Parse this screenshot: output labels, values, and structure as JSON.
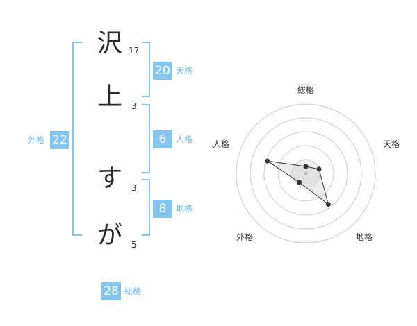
{
  "name": {
    "chars": [
      {
        "char": "沢",
        "strokes": "17"
      },
      {
        "char": "上",
        "strokes": "3"
      },
      {
        "char": "す",
        "strokes": "3"
      },
      {
        "char": "が",
        "strokes": "5"
      }
    ]
  },
  "fortune": {
    "tenkaku": {
      "value": "20",
      "label": "天格"
    },
    "jinkaku": {
      "value": "6",
      "label": "人格"
    },
    "chikaku": {
      "value": "8",
      "label": "地格"
    },
    "gaikaku": {
      "value": "22",
      "label": "外格"
    },
    "soukaku": {
      "value": "28",
      "label": "総格"
    }
  },
  "radar": {
    "axes": [
      "総格",
      "天格",
      "地格",
      "外格",
      "人格"
    ],
    "values": [
      0.1,
      0.2,
      0.55,
      0.16,
      0.58
    ]
  },
  "colors": {
    "accent": "#84c6f0",
    "label": "#6db7ea"
  }
}
